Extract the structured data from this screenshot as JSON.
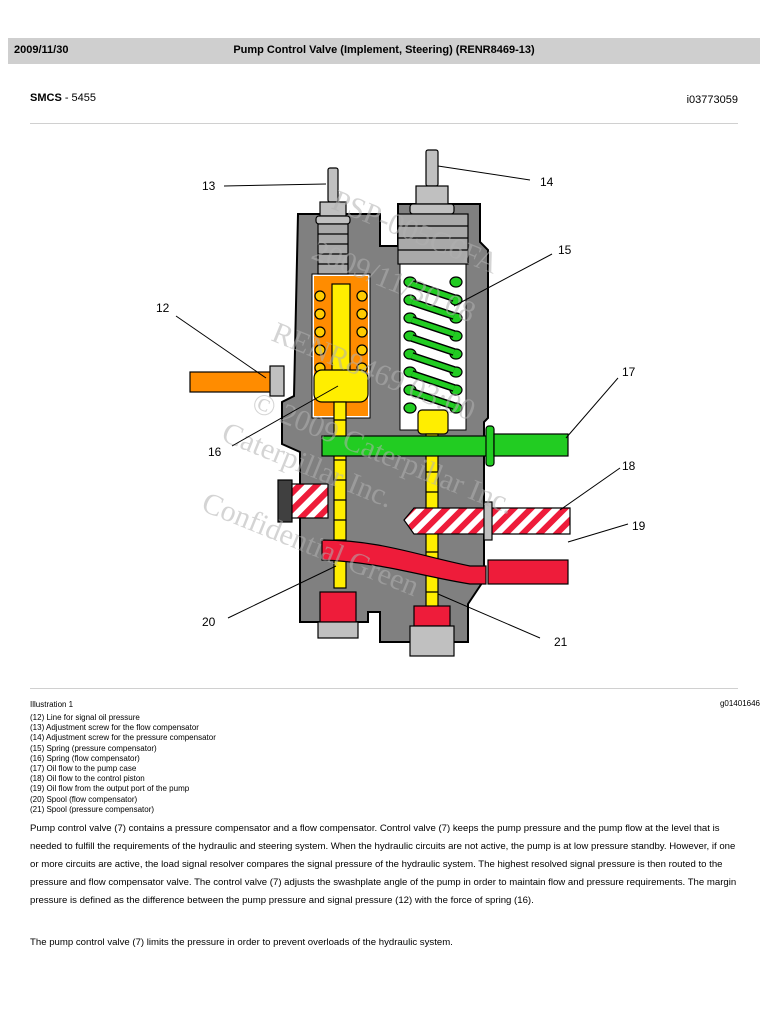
{
  "header": {
    "date": "2009/11/30",
    "title": "Pump Control Valve (Implement, Steering) (RENR8469-13)"
  },
  "meta": {
    "smcs_label": "SMCS",
    "smcs_value": " - 5455",
    "doc_id": "i03773059"
  },
  "illustration": {
    "title": "Illustration 1",
    "id": "g01401646",
    "watermark": [
      "PSP-005C6FA",
      "2009/11/30 08",
      "RENR8469 03:00",
      "© 2009 Caterpillar Inc.",
      "Caterpillar Inc.",
      "Confidential Green"
    ],
    "callouts": [
      "12",
      "13",
      "14",
      "15",
      "16",
      "17",
      "18",
      "19",
      "20",
      "21"
    ],
    "colors": {
      "body": "#808080",
      "signal": "#ff8c00",
      "flow_spring": "#ffcc00",
      "pressure_spring": "#22cc22",
      "spool": "#ffee00",
      "pump_output": "#ee1c3a",
      "hatch": "#ee1c3a"
    }
  },
  "legend": [
    "(12) Line for signal oil pressure",
    "(13) Adjustment screw for the flow compensator",
    "(14) Adjustment screw for the pressure compensator",
    "(15) Spring (pressure compensator)",
    "(16) Spring (flow compensator)",
    "(17) Oil flow to the pump case",
    "(18) Oil flow to the control piston",
    "(19) Oil flow from the output port of the pump",
    "(20) Spool (flow compensator)",
    "(21) Spool (pressure compensator)"
  ],
  "paragraphs": [
    "Pump control valve (7) contains a pressure compensator and a flow compensator. Control valve (7) keeps the pump pressure and the pump flow at the level that is needed to fulfill the requirements of the hydraulic and steering system. When the hydraulic circuits are not active, the pump is at low pressure standby. However, if one or more circuits are active, the load signal resolver compares the signal pressure of the hydraulic system. The highest resolved signal pressure is then routed to the pressure and flow compensator valve. The control valve (7) adjusts the swashplate angle of the pump in order to maintain flow and pressure requirements. The margin pressure is defined as the difference between the pump pressure and signal pressure (12) with the force of spring (16).",
    "The pump control valve (7) limits the pressure in order to prevent overloads of the hydraulic system."
  ]
}
